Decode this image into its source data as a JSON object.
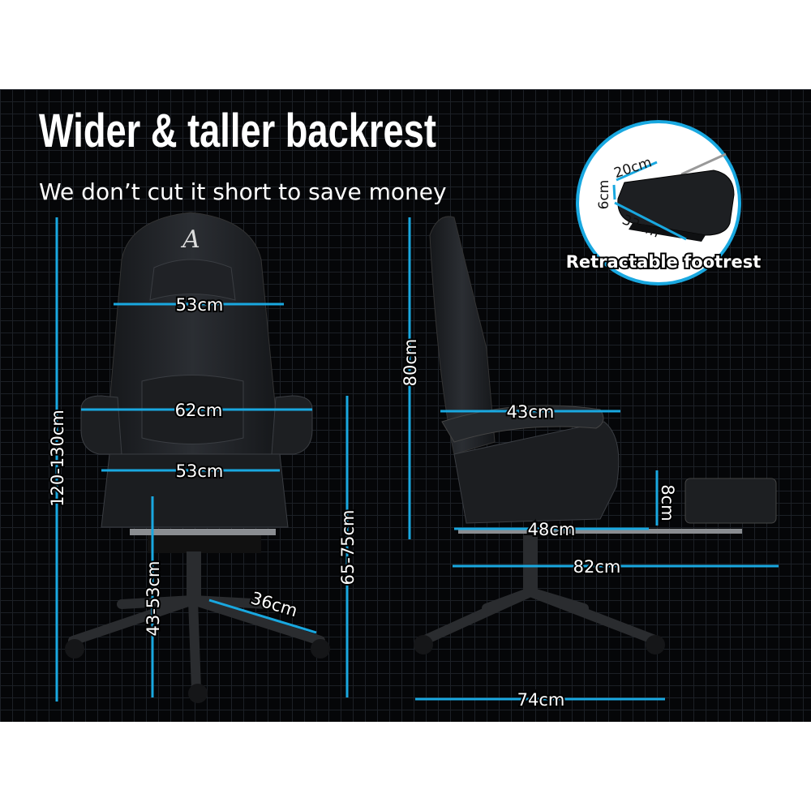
{
  "headline": {
    "title": "Wider & taller backrest",
    "subtitle": "We don’t cut it short to save money"
  },
  "logo_text": "A",
  "accent_color": "#19a8e0",
  "front_view": {
    "overall_height": "120-130cm",
    "backrest_width": "53cm",
    "armrest_width": "62cm",
    "seat_width": "53cm",
    "seat_height": "43-53cm",
    "base_radius": "36cm",
    "armrest_height": "65-75cm"
  },
  "side_view": {
    "backrest_height": "80cm",
    "seat_depth_arm": "43cm",
    "footrest_thickness": "8cm",
    "seat_depth": "48cm",
    "extended_depth": "82cm",
    "base_depth": "74cm"
  },
  "footrest_inset": {
    "width": "20cm",
    "height": "6cm",
    "length": "33cm",
    "caption": "Retractable footrest"
  }
}
